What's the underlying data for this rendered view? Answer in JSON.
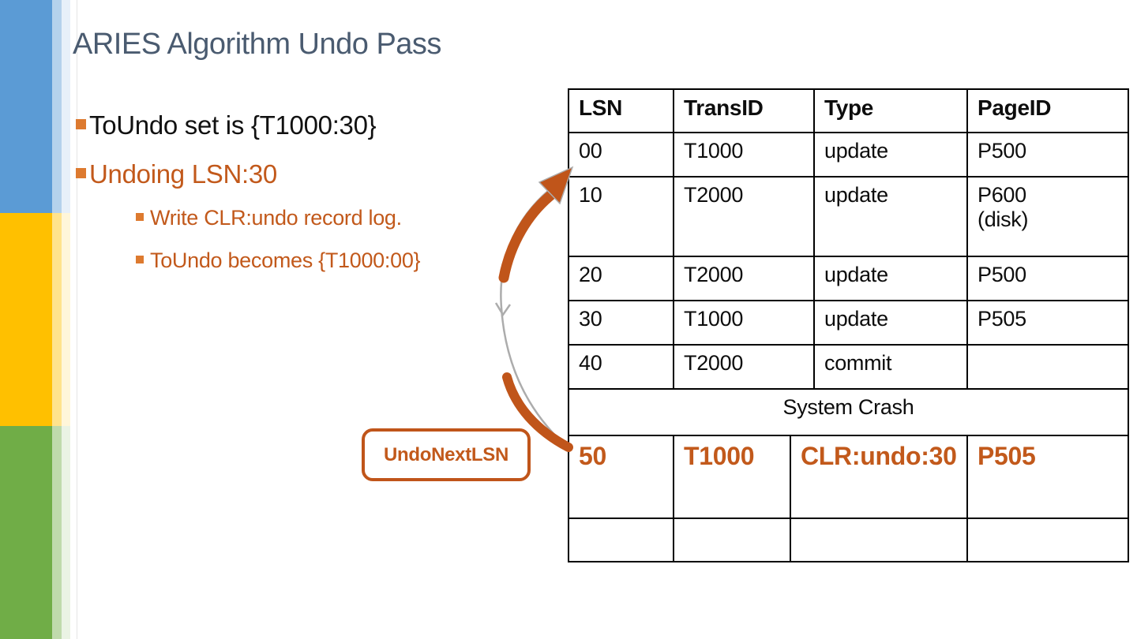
{
  "slide": {
    "title": "ARIES Algorithm Undo Pass",
    "bullets": [
      {
        "text": "ToUndo set is {T1000:30}",
        "level": 1,
        "color": "black"
      },
      {
        "text": "Undoing LSN:30",
        "level": 1,
        "color": "orange"
      },
      {
        "text": "Write CLR:undo record log.",
        "level": 2,
        "color": "orange"
      },
      {
        "text": "ToUndo becomes {T1000:00}",
        "level": 2,
        "color": "orange"
      }
    ],
    "callout": {
      "label": "UndoNextLSN"
    },
    "table": {
      "headers": [
        "LSN",
        "TransID",
        "Type",
        "PageID"
      ],
      "rows": [
        [
          "00",
          "T1000",
          "update",
          "P500"
        ],
        [
          "10",
          "T2000",
          "update",
          "P600\n(disk)"
        ],
        [
          "20",
          "T2000",
          "update",
          "P500"
        ],
        [
          "30",
          "T1000",
          "update",
          "P505"
        ],
        [
          "40",
          "T2000",
          "commit",
          ""
        ]
      ],
      "crash_label": "System Crash",
      "highlight_row": [
        "50",
        "T1000",
        "CLR:undo:30",
        "P505"
      ],
      "empty_row": [
        "",
        "",
        "",
        ""
      ]
    }
  },
  "colors": {
    "accent_orange": "#C2591B",
    "bullet_orange": "#DD7A2F",
    "arrow_orange": "#C0551A",
    "arrow_gray": "#ACACAC",
    "title_color": "#4A5B70",
    "bar_blue": "#5B9BD5",
    "bar_yellow": "#FFC000",
    "bar_green": "#70AD47"
  }
}
